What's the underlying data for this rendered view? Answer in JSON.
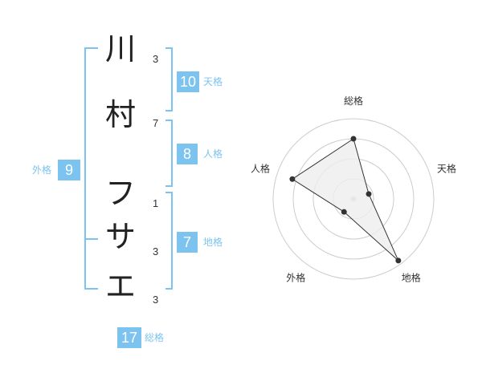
{
  "name": {
    "surname": [
      {
        "char": "川",
        "strokes": "3"
      },
      {
        "char": "村",
        "strokes": "7"
      }
    ],
    "given": [
      {
        "char": "フ",
        "strokes": "1"
      },
      {
        "char": "サ",
        "strokes": "3"
      },
      {
        "char": "エ",
        "strokes": "3"
      }
    ]
  },
  "fortune": {
    "tenkaku": {
      "label": "天格",
      "value": "10"
    },
    "jinkaku": {
      "label": "人格",
      "value": "8"
    },
    "chikaku": {
      "label": "地格",
      "value": "7"
    },
    "gaikaku": {
      "label": "外格",
      "value": "9"
    },
    "soukaku": {
      "label": "総格",
      "value": "17"
    }
  },
  "chart_data": {
    "type": "radar",
    "axes": [
      "総格",
      "天格",
      "地格",
      "外格",
      "人格"
    ],
    "values": [
      0.75,
      0.2,
      0.95,
      0.2,
      0.8
    ],
    "range": [
      0,
      1
    ],
    "rings": 4
  },
  "colors": {
    "accent": "#7cc4ef",
    "bracket": "#7cc4ef",
    "grid": "#cccccc",
    "fill": "#eeeeee",
    "line": "#333333"
  }
}
